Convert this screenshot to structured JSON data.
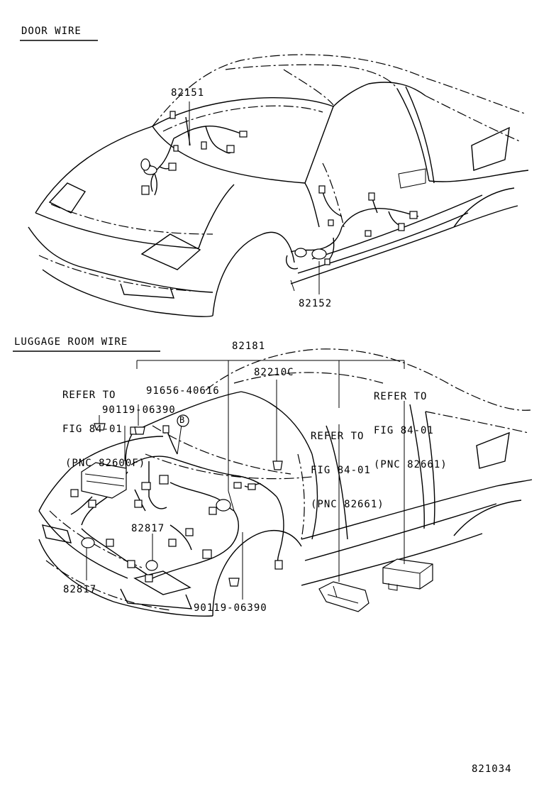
{
  "sections": {
    "door_wire": "DOOR WIRE",
    "luggage_room_wire": "LUGGAGE ROOM WIRE"
  },
  "callouts": {
    "p82151": "82151",
    "p82152": "82152",
    "p82181": "82181",
    "p82210c": "82210C",
    "p91656": "91656-40616",
    "p90119_top": "90119-06390",
    "p90119_bottom": "90119-06390",
    "p82817_a": "82817",
    "p82817_b": "82817",
    "marker_b": "B"
  },
  "references": {
    "ref1": {
      "line1": "REFER TO",
      "line2": "FIG 84-01",
      "line3": "(PNC 82600F)"
    },
    "ref2": {
      "line1": "REFER TO",
      "line2": "FIG 84-01",
      "line3": "(PNC 82661)"
    },
    "ref3": {
      "line1": "REFER TO",
      "line2": "FIG 84-01",
      "line3": "(PNC 82661)"
    }
  },
  "figure_number": "821034"
}
